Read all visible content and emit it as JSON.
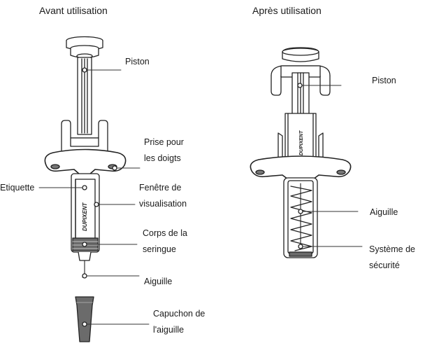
{
  "titles": {
    "before": "Avant utilisation",
    "after": "Après utilisation"
  },
  "brand": "DUPIXENT",
  "before_labels": {
    "piston": "Piston",
    "finger_grip_1": "Prise pour",
    "finger_grip_2": "les doigts",
    "label": "Etiquette",
    "window_1": "Fenêtre de",
    "window_2": "visualisation",
    "body_1": "Corps de la",
    "body_2": "seringue",
    "needle": "Aiguille",
    "cap_1": "Capuchon de",
    "cap_2": "l'aiguille"
  },
  "after_labels": {
    "piston": "Piston",
    "needle": "Aiguille",
    "safety_1": "Système de",
    "safety_2": "sécurité"
  },
  "colors": {
    "line": "#222222",
    "fill_dark": "#6b6b6b",
    "fill_mid": "#bdbdbd",
    "fill_light": "#ffffff"
  }
}
